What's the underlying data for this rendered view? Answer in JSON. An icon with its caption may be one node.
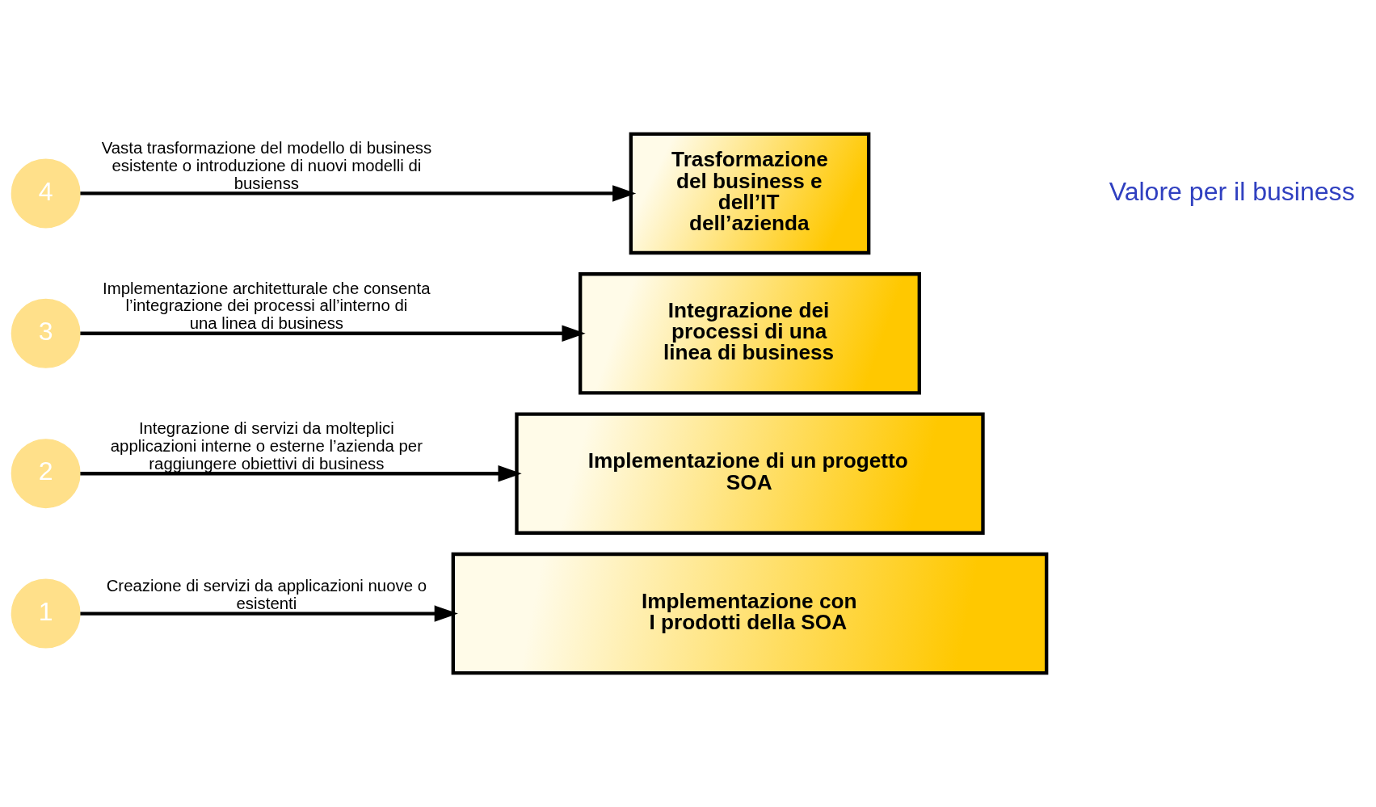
{
  "diagram": {
    "nodes": [
      {
        "text": [
          "4"
        ]
      },
      {
        "text": [
          "Trasformazione del business e dell’IT dell’azienda"
        ]
      },
      {
        "text": [
          "3"
        ]
      },
      {
        "text": [
          "Integrazione dei processi di una linea di business"
        ]
      },
      {
        "text": [
          "2"
        ]
      },
      {
        "text": [
          "Implementazione di un progetto SOA"
        ]
      },
      {
        "text": [
          "1"
        ]
      },
      {
        "text": [
          "Implementazione con I prodotti della SOA"
        ]
      }
    ],
    "edges": [
      {
        "from": 0,
        "to": 1,
        "arrow": "to",
        "label": "Vasta trasformazione del modello di business esistente o introduzione di nuovi modelli di busienss"
      },
      {
        "from": 2,
        "to": 3,
        "arrow": "to",
        "label": "Implementazione architetturale che consenta l’integrazione dei processi all’interno di una linea di business"
      },
      {
        "from": 4,
        "to": 5,
        "arrow": "to",
        "label": "Integrazione di servizi da molteplici applicazioni interne o esterne l’azienda per raggiungere obiettivi di business"
      },
      {
        "from": 6,
        "to": 7,
        "arrow": "to",
        "label": "Creazione di servizi da applicazioni nuove o esistenti"
      }
    ],
    "labels": [
      "Valore per il business"
    ]
  }
}
